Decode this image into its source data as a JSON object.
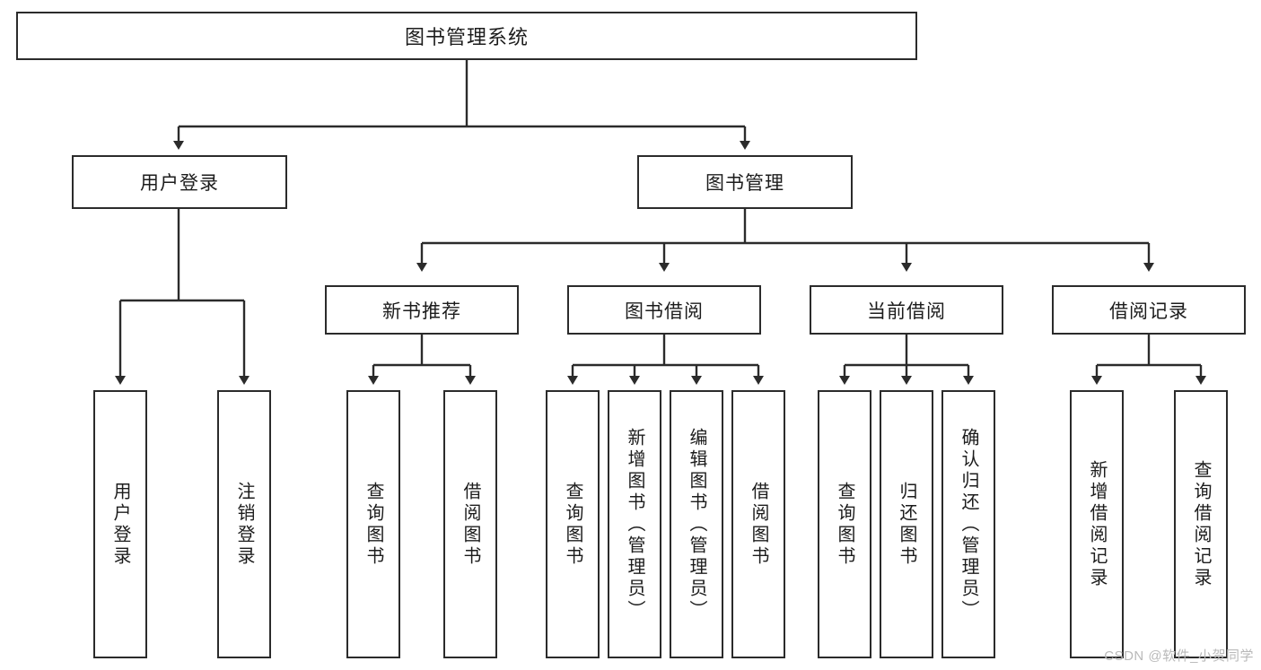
{
  "diagram": {
    "type": "tree-hierarchy",
    "title": "图书管理系统",
    "watermark": "CSDN @软件_小贺同学",
    "colors": {
      "box_border": "#2b2b2b",
      "box_fill": "#ffffff",
      "edge": "#2b2b2b",
      "text": "#1c1c1c",
      "watermark": "#b9b9b9"
    },
    "root": {
      "label": "图书管理系统"
    },
    "level2": [
      {
        "label": "用户登录"
      },
      {
        "label": "图书管理"
      }
    ],
    "level3": [
      {
        "label": "新书推荐"
      },
      {
        "label": "图书借阅"
      },
      {
        "label": "当前借阅"
      },
      {
        "label": "借阅记录"
      }
    ],
    "leaves": {
      "user_login": [
        "用户登录",
        "注销登录"
      ],
      "new_book_recommend": [
        "查询图书",
        "借阅图书"
      ],
      "book_borrow": [
        "查询图书",
        "新增图书（管理员）",
        "编辑图书（管理员）",
        "借阅图书"
      ],
      "current_borrow": [
        "查询图书",
        "归还图书",
        "确认归还（管理员）"
      ],
      "borrow_record": [
        "新增借阅记录",
        "查询借阅记录"
      ]
    }
  }
}
